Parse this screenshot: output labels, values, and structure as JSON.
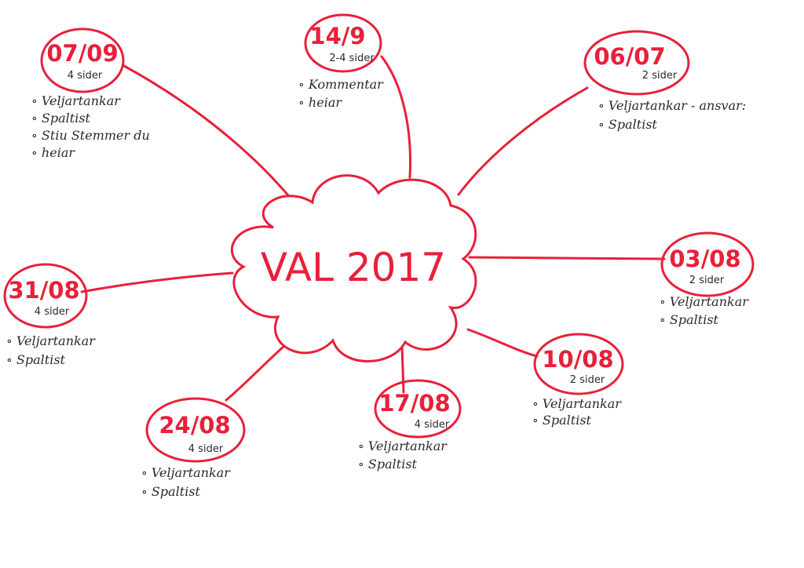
{
  "center": {
    "label": "VAL 2017"
  },
  "colors": {
    "ink_red": "#e8203a",
    "ink_black": "#2a2a2a",
    "paper": "#ffffff"
  },
  "bullet_symbol": "∘",
  "nodes": [
    {
      "date": "07/09",
      "pages": "4 sider",
      "items": [
        "Veljartankar",
        "Spaltist",
        "Stiu Stemmer du",
        "heiar"
      ]
    },
    {
      "date": "14/9",
      "pages": "2-4 sider",
      "items": [
        "Kommentar",
        "heiar"
      ]
    },
    {
      "date": "06/07",
      "pages": "2 sider",
      "items": [
        "Veljartankar - ansvar:",
        "Spaltist"
      ]
    },
    {
      "date": "03/08",
      "pages": "2 sider",
      "items": [
        "Veljartankar",
        "Spaltist"
      ]
    },
    {
      "date": "10/08",
      "pages": "2 sider",
      "items": [
        "Veljartankar",
        "Spaltist"
      ]
    },
    {
      "date": "17/08",
      "pages": "4 sider",
      "items": [
        "Veljartankar",
        "Spaltist"
      ]
    },
    {
      "date": "24/08",
      "pages": "4 sider",
      "items": [
        "Veljartankar",
        "Spaltist"
      ]
    },
    {
      "date": "31/08",
      "pages": "4 sider",
      "items": [
        "Veljartankar",
        "Spaltist"
      ]
    }
  ]
}
